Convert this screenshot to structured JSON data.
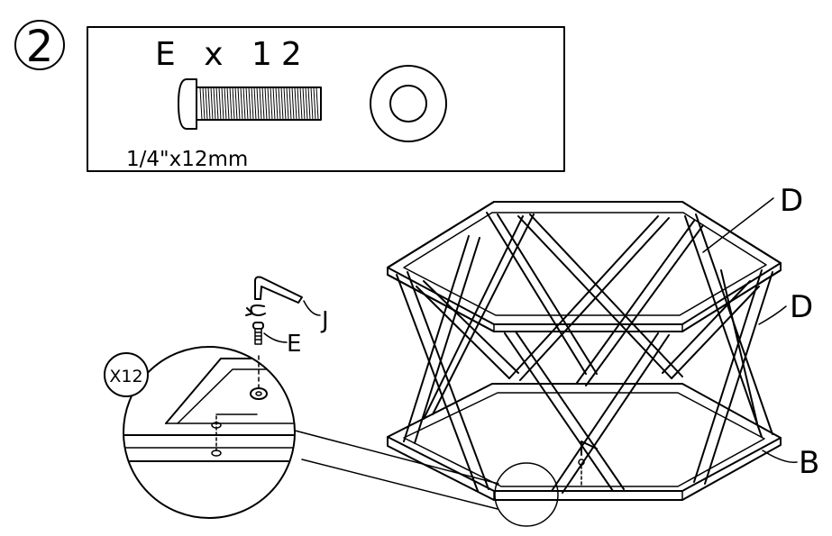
{
  "step": {
    "number": "2"
  },
  "parts_box": {
    "part_label": "E x 12",
    "screw_size": "1/4\"x12mm"
  },
  "callouts": {
    "top_frame": "D",
    "side_frame": "D",
    "base_frame": "B",
    "hex_key": "J",
    "screw": "E"
  },
  "detail": {
    "quantity": "X12"
  },
  "icons": [
    "allen-key-icon",
    "rotation-arrow-icon",
    "screw-icon",
    "washer-icon"
  ]
}
